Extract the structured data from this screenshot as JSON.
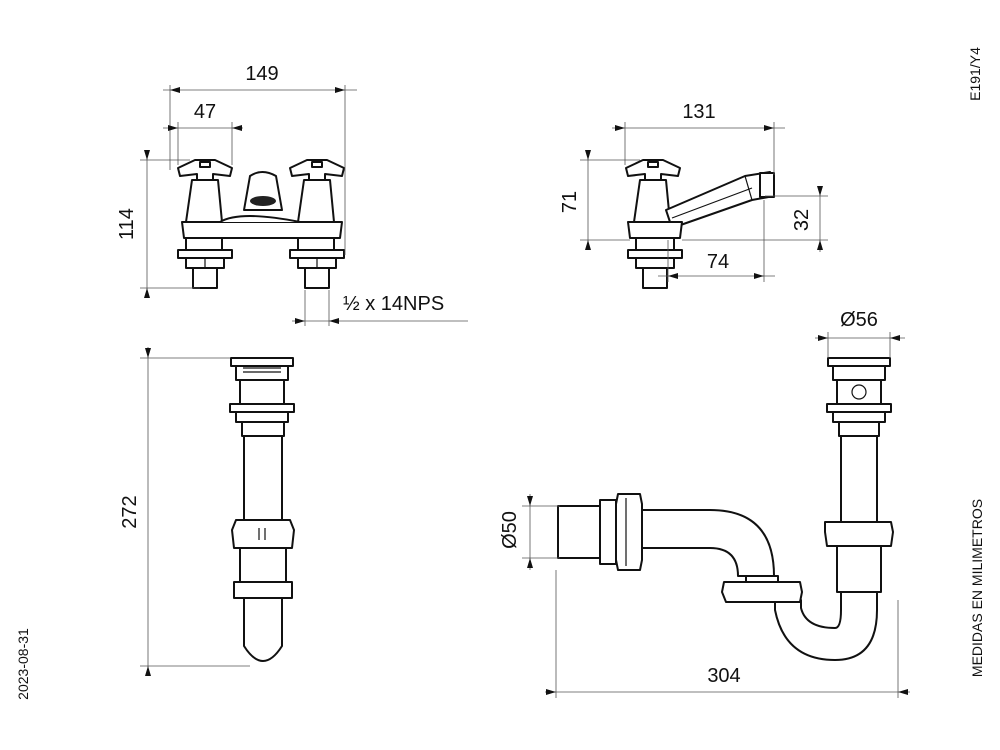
{
  "drawing": {
    "code": "E191/Y4",
    "date": "2023-08-31",
    "units_note": "MEDIDAS EN MILIMETROS",
    "dimensions": {
      "faucet_width": "149",
      "handle_width": "47",
      "faucet_height": "114",
      "thread": "½ x 14NPS",
      "spout_length": "131",
      "tap_height": "71",
      "spout_height": "32",
      "spout_reach": "74",
      "drain_diameter": "Ø56",
      "outlet_diameter": "Ø50",
      "trap_height": "272",
      "trap_length": "304"
    }
  },
  "colors": {
    "ink": "#111111",
    "dimension_line": "#555555",
    "background": "#ffffff"
  }
}
